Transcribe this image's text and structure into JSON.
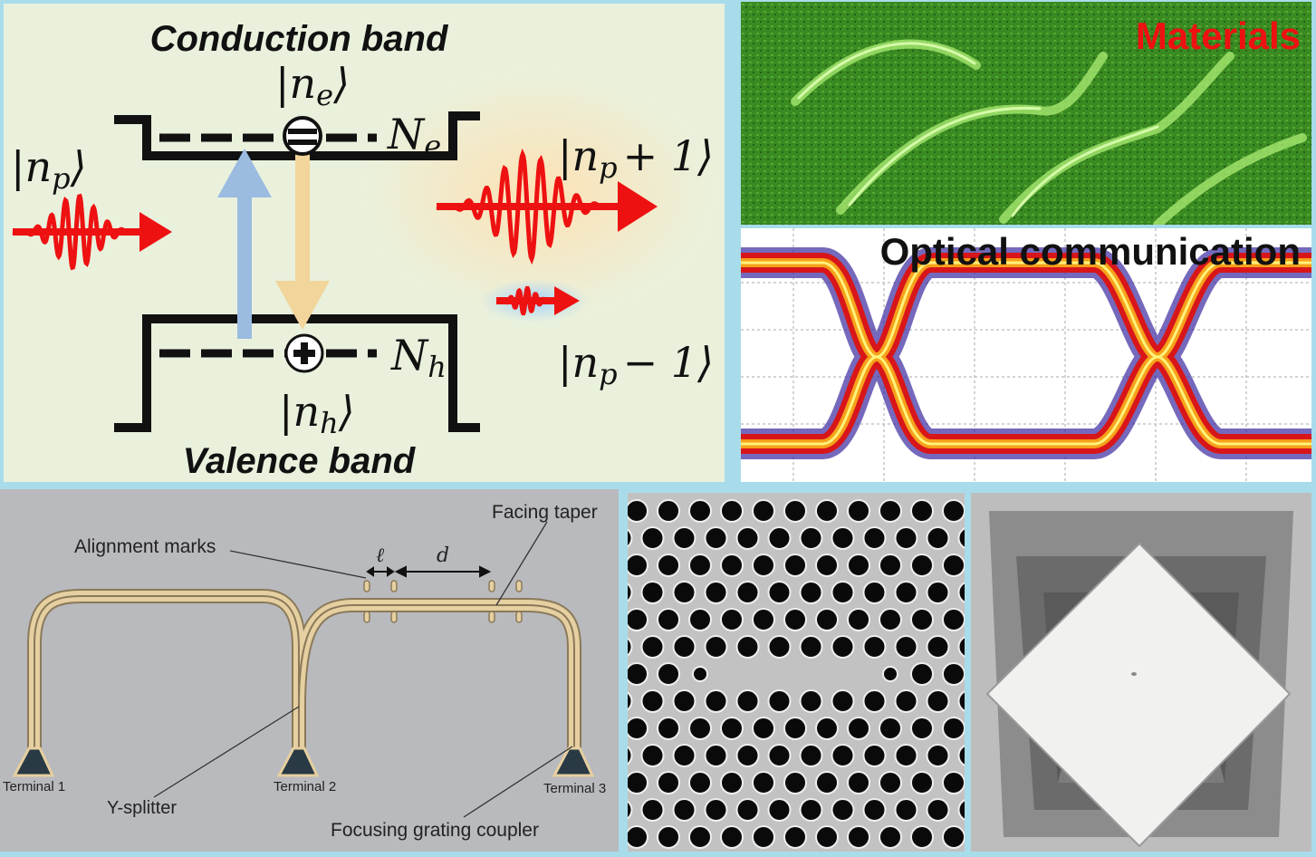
{
  "band_diagram": {
    "conduction_label": "Conduction band",
    "valence_label": "Valence band",
    "ne_state": "|n",
    "ne_sub": "e",
    "nh_state": "|n",
    "nh_sub": "h",
    "Ne_label": "N",
    "Ne_sub": "e",
    "Nh_label": "N",
    "Nh_sub": "h",
    "np_in": "|n",
    "np_in_sub": "p",
    "np_plus": "+ 1⟩",
    "np_plus_sub": "p",
    "np_minus": "− 1⟩",
    "np_minus_sub": "p",
    "ket_close": "⟩",
    "pulse_color": "#ee1111",
    "arrow_up_color": "#9bbbe0",
    "arrow_down_color": "#f2d59a"
  },
  "materials": {
    "label": "Materials",
    "label_color": "#ee1111"
  },
  "optical": {
    "label": "Optical communication"
  },
  "circuit": {
    "facing_taper": "Facing taper",
    "alignment_marks": "Alignment marks",
    "ell": "ℓ",
    "d": "d",
    "terminal_1": "Terminal 1",
    "terminal_2": "Terminal 2",
    "terminal_3": "Terminal 3",
    "y_splitter": "Y-splitter",
    "grating_coupler": "Focusing grating coupler",
    "waveguide_color": "#e6cfa0"
  }
}
